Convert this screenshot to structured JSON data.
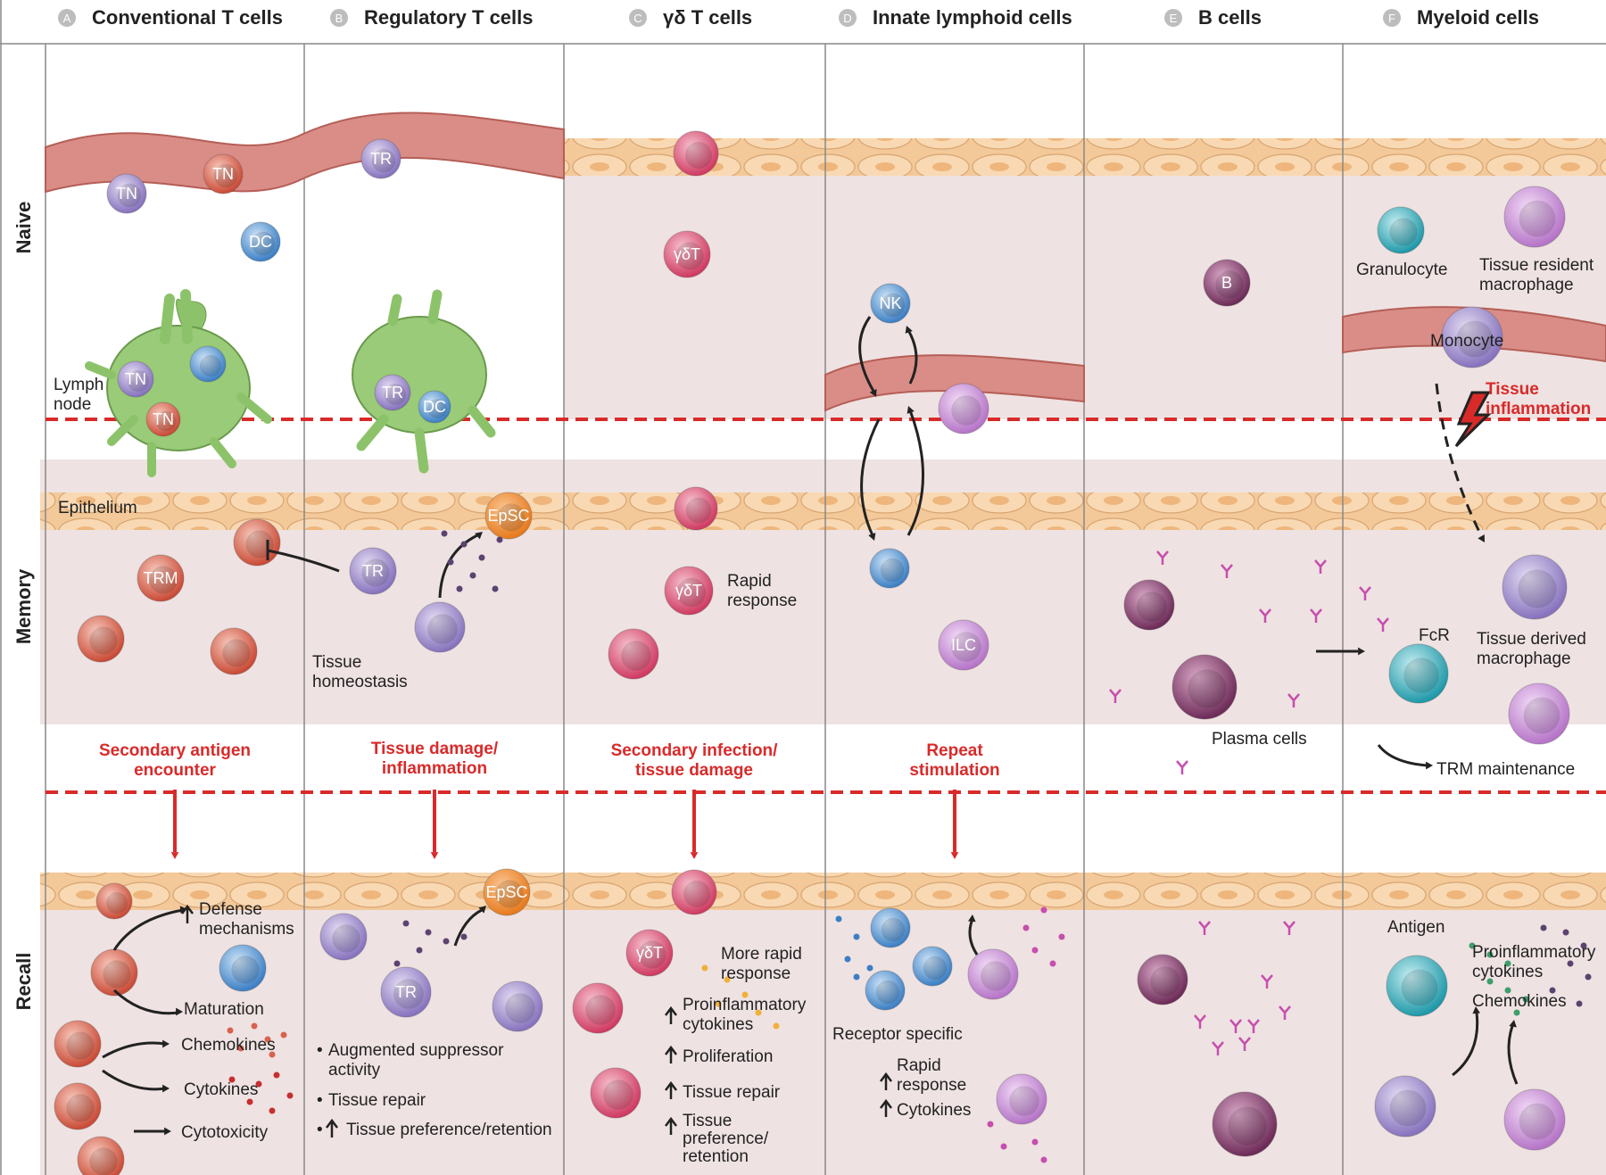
{
  "columns": [
    {
      "letter": "A",
      "title": "Conventional T cells"
    },
    {
      "letter": "B",
      "title": "Regulatory T cells"
    },
    {
      "letter": "C",
      "title": "γδ T cells"
    },
    {
      "letter": "D",
      "title": "Innate lymphoid cells"
    },
    {
      "letter": "E",
      "title": "B cells"
    },
    {
      "letter": "F",
      "title": "Myeloid cells"
    }
  ],
  "rows": {
    "naive": "Naive",
    "memory": "Memory",
    "recall": "Recall"
  },
  "triggers": {
    "a": [
      "Secondary antigen",
      "encounter"
    ],
    "b": [
      "Tissue damage/",
      "inflammation"
    ],
    "c": [
      "Secondary infection/",
      "tissue damage"
    ],
    "d": [
      "Repeat",
      "stimulation"
    ],
    "f": [
      "Tissue",
      "inflammation"
    ]
  },
  "cells": {
    "tn": "TN",
    "dc": "DC",
    "tr": "TR",
    "trm": "TRM",
    "gdt": "γδT",
    "nk": "NK",
    "ilc": "ILC",
    "b": "B",
    "epsc": "EpSC"
  },
  "labels": {
    "lymph_node": [
      "Lymph",
      "node"
    ],
    "epithelium": "Epithelium",
    "tissue_homeostasis": [
      "Tissue",
      "homeostasis"
    ],
    "rapid_response": [
      "Rapid",
      "response"
    ],
    "granulocyte": "Granulocyte",
    "tissue_resident_macrophage": [
      "Tissue resident",
      "macrophage"
    ],
    "monocyte": "Monocyte",
    "fcr": "FcR",
    "tissue_derived_macrophage": [
      "Tissue derived",
      "macrophage"
    ],
    "plasma_cells": "Plasma cells",
    "trm_maintenance": "TRM maintenance",
    "defense_mechanisms": [
      "Defense",
      "mechanisms"
    ],
    "maturation": "Maturation",
    "chemokines": "Chemokines",
    "cytokines": "Cytokines",
    "cytotoxicity": "Cytotoxicity",
    "augmented_suppressor": [
      "Augmented suppressor",
      "activity"
    ],
    "tissue_repair": "Tissue repair",
    "tissue_preference_retention": "Tissue preference/retention",
    "more_rapid_response": [
      "More rapid",
      "response"
    ],
    "proinflammatory_cytokines": [
      "Proinflammatory",
      "cytokines"
    ],
    "proliferation": "Proliferation",
    "tissue_pref_stacked": [
      "Tissue",
      "preference/",
      "retention"
    ],
    "receptor_specific": "Receptor specific",
    "rapid_response_ilc": [
      "Rapid",
      "response"
    ],
    "cytokines_ilc": "Cytokines",
    "antigen": "Antigen",
    "chemokines_f": "Chemokines",
    "bullet": "•"
  },
  "colors": {
    "tissue": "#efe1e1",
    "epithelial": "#f6d2a8",
    "vessel": "#d98d86",
    "red_accent": "#d92a2a",
    "tn_purple": "#9b88c8",
    "tn_red": "#d9624e",
    "dc": "#8ec7e8",
    "gdt": "#d94a6e",
    "nk": "#4a8fd0",
    "ilc": "#c98ad6",
    "b": "#7d3a66",
    "neutrophil": "#2ea9b8",
    "macrophage": "#8a80c0",
    "tdm": "#7fcfa8",
    "epsc": "#ef8a2a",
    "lymph": "#8cc36a"
  }
}
